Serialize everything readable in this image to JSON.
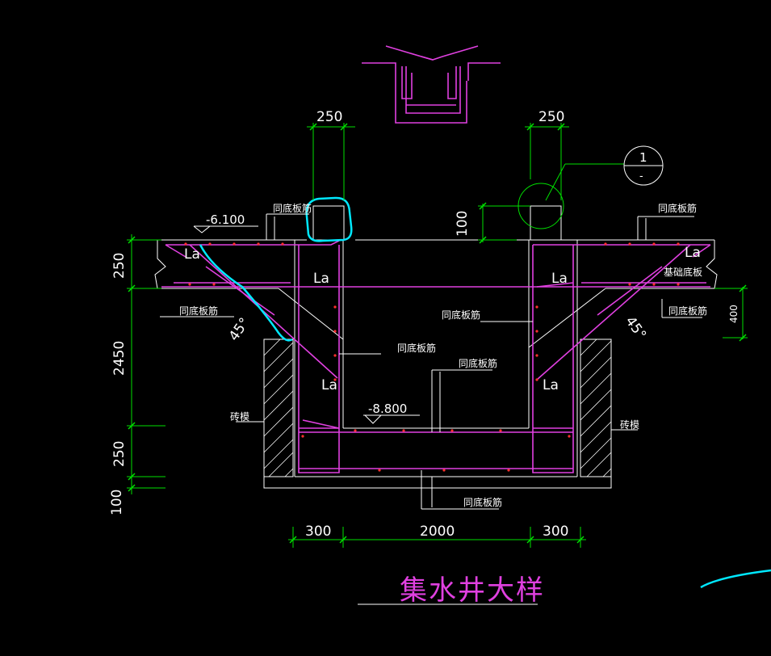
{
  "drawing": {
    "title": "集水井大样",
    "colors": {
      "background": "#000000",
      "outline": "#ffffff",
      "dimension": "#00e000",
      "rebar": "#e040e0",
      "markup": "#00e8ff",
      "rebar_dots": "#ff3030"
    },
    "dimensions": {
      "top_left_width": "250",
      "top_right_width": "250",
      "right_height": "100",
      "left_250_top": "250",
      "left_2450": "2450",
      "left_250_bottom": "250",
      "left_100": "100",
      "right_400": "400",
      "bottom_300_left": "300",
      "bottom_2000": "2000",
      "bottom_300_right": "300"
    },
    "elevations": {
      "top": "-6.100",
      "bottom": "-8.800"
    },
    "labels": {
      "same_bottom_rebar": "同底板筋",
      "foundation_slab": "基础底板",
      "brick_form": "砖模",
      "anchorage": "La",
      "angle_left": "45°",
      "angle_right": "45°"
    },
    "section_mark": {
      "number": "1",
      "sub": "-"
    }
  }
}
